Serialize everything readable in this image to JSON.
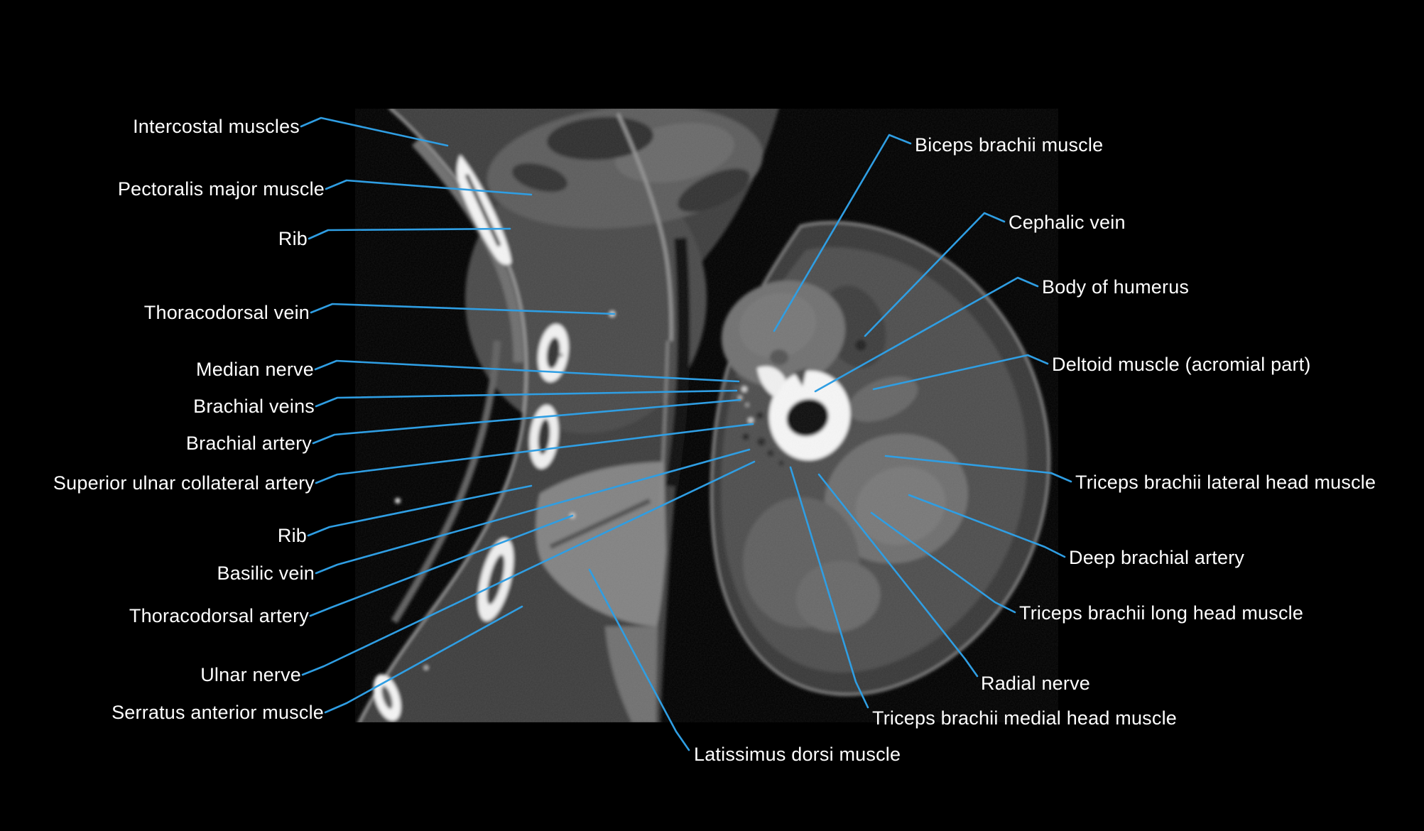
{
  "figure": {
    "description": "Axial CT image of the thorax and proximal arm with labeled anatomical structures",
    "background_color": "#000000",
    "label_text_color": "#ffffff",
    "leader_line_color": "#2f9ee3"
  },
  "annotations": [
    "Intercostal muscles",
    "Pectoralis major muscle",
    "Rib",
    "Thoracodorsal vein",
    "Median nerve",
    "Brachial veins",
    "Brachial artery",
    "Superior ulnar collateral artery",
    "Rib",
    "Basilic vein",
    "Thoracodorsal artery",
    "Ulnar nerve",
    "Serratus anterior muscle",
    "Latissimus dorsi muscle",
    "Biceps brachii muscle",
    "Cephalic vein",
    "Body of humerus",
    "Deltoid muscle (acromial part)",
    "Triceps brachii lateral head muscle",
    "Deep brachial artery",
    "Triceps brachii long head muscle",
    "Radial nerve",
    "Triceps brachii medial head muscle"
  ]
}
